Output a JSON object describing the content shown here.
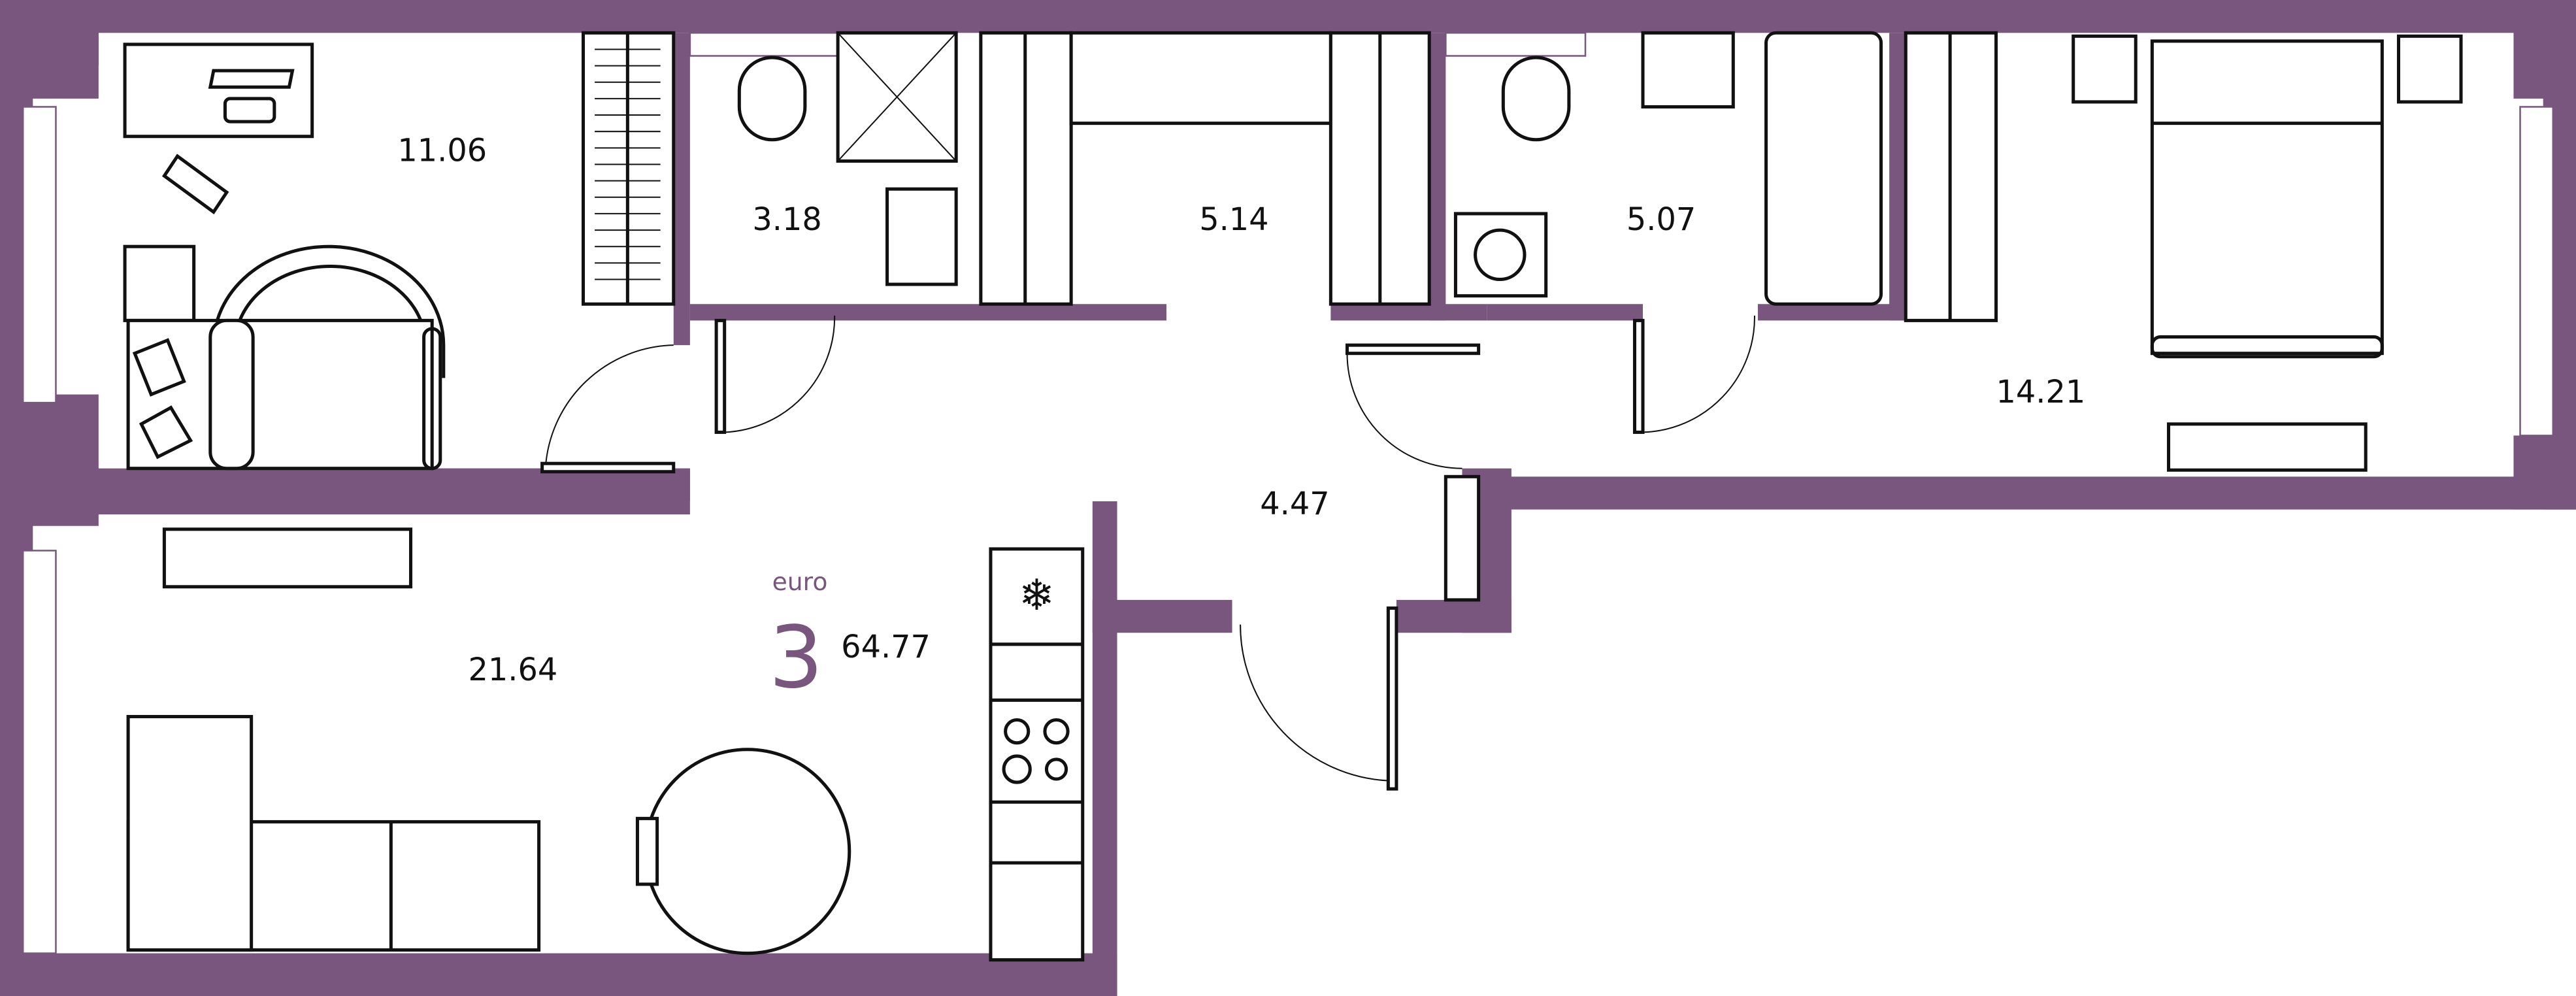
{
  "plan": {
    "label": "euro",
    "rooms_count": "3",
    "total_area": "64.77",
    "accent_color": "#79567E"
  },
  "rooms": {
    "bedroom_small": "11.06",
    "bathroom_small": "3.18",
    "storage": "5.14",
    "bathroom_large": "5.07",
    "bedroom_large": "14.21",
    "hallway": "4.47",
    "living_kitchen": "21.64"
  }
}
